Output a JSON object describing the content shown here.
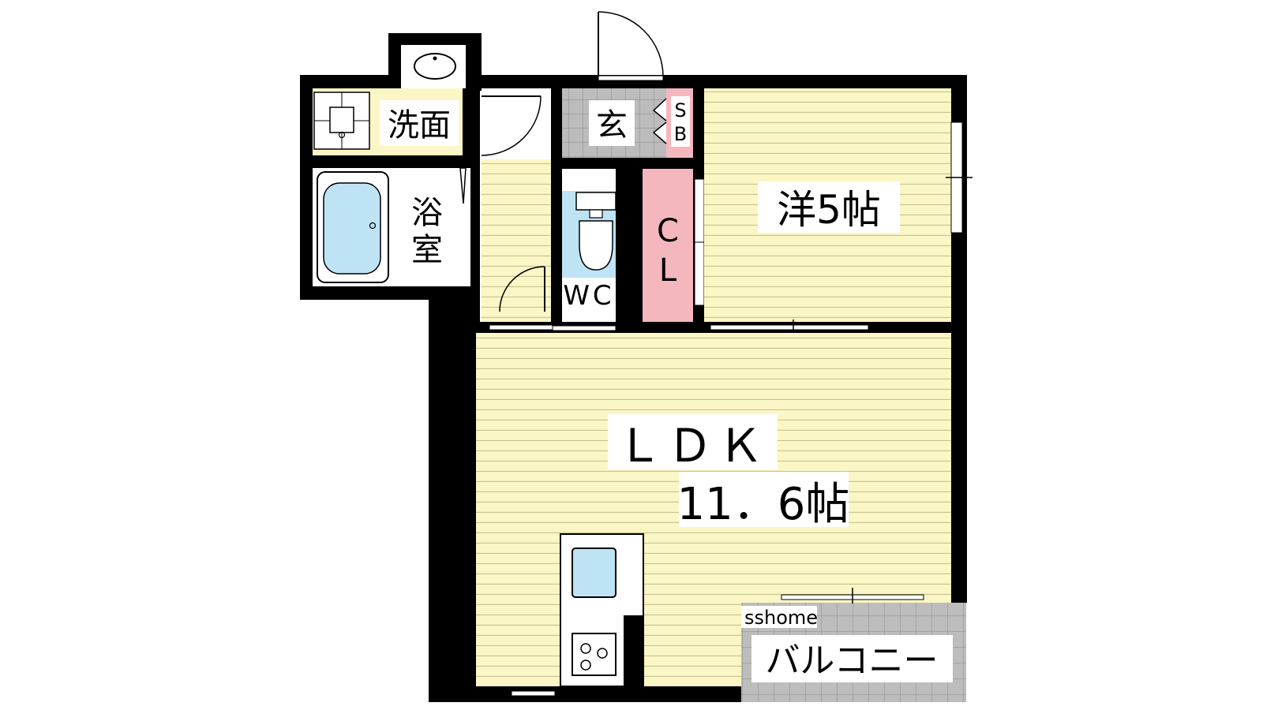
{
  "floor_plan": {
    "rooms": {
      "washroom": {
        "label": "洗面"
      },
      "bathroom": {
        "label_line1": "浴",
        "label_line2": "室"
      },
      "entrance": {
        "label": "玄"
      },
      "shoe_box": {
        "label_line1": "S",
        "label_line2": "B"
      },
      "western_room": {
        "label": "洋5帖"
      },
      "closet": {
        "label_line1": "C",
        "label_line2": "L"
      },
      "toilet": {
        "label": "WC"
      },
      "ldk": {
        "label_line1": "ＬＤＫ",
        "label_line2": "11．6帖"
      },
      "balcony": {
        "label": "バルコニー"
      }
    },
    "watermark": "sshome",
    "colors": {
      "floor_yellow": "#fbf6c5",
      "floor_lines": "#c9c190",
      "closet_pink": "#f4b7bd",
      "fixture_blue": "#bde3f5",
      "entrance_tile": "#bbbbbb",
      "wall": "#000000",
      "background": "#ffffff"
    },
    "icons": [
      "washbasin-icon",
      "washing-machine-icon",
      "bathtub-icon",
      "toilet-icon",
      "kitchen-sink-icon",
      "stove-icon",
      "door-swing-icon"
    ]
  }
}
